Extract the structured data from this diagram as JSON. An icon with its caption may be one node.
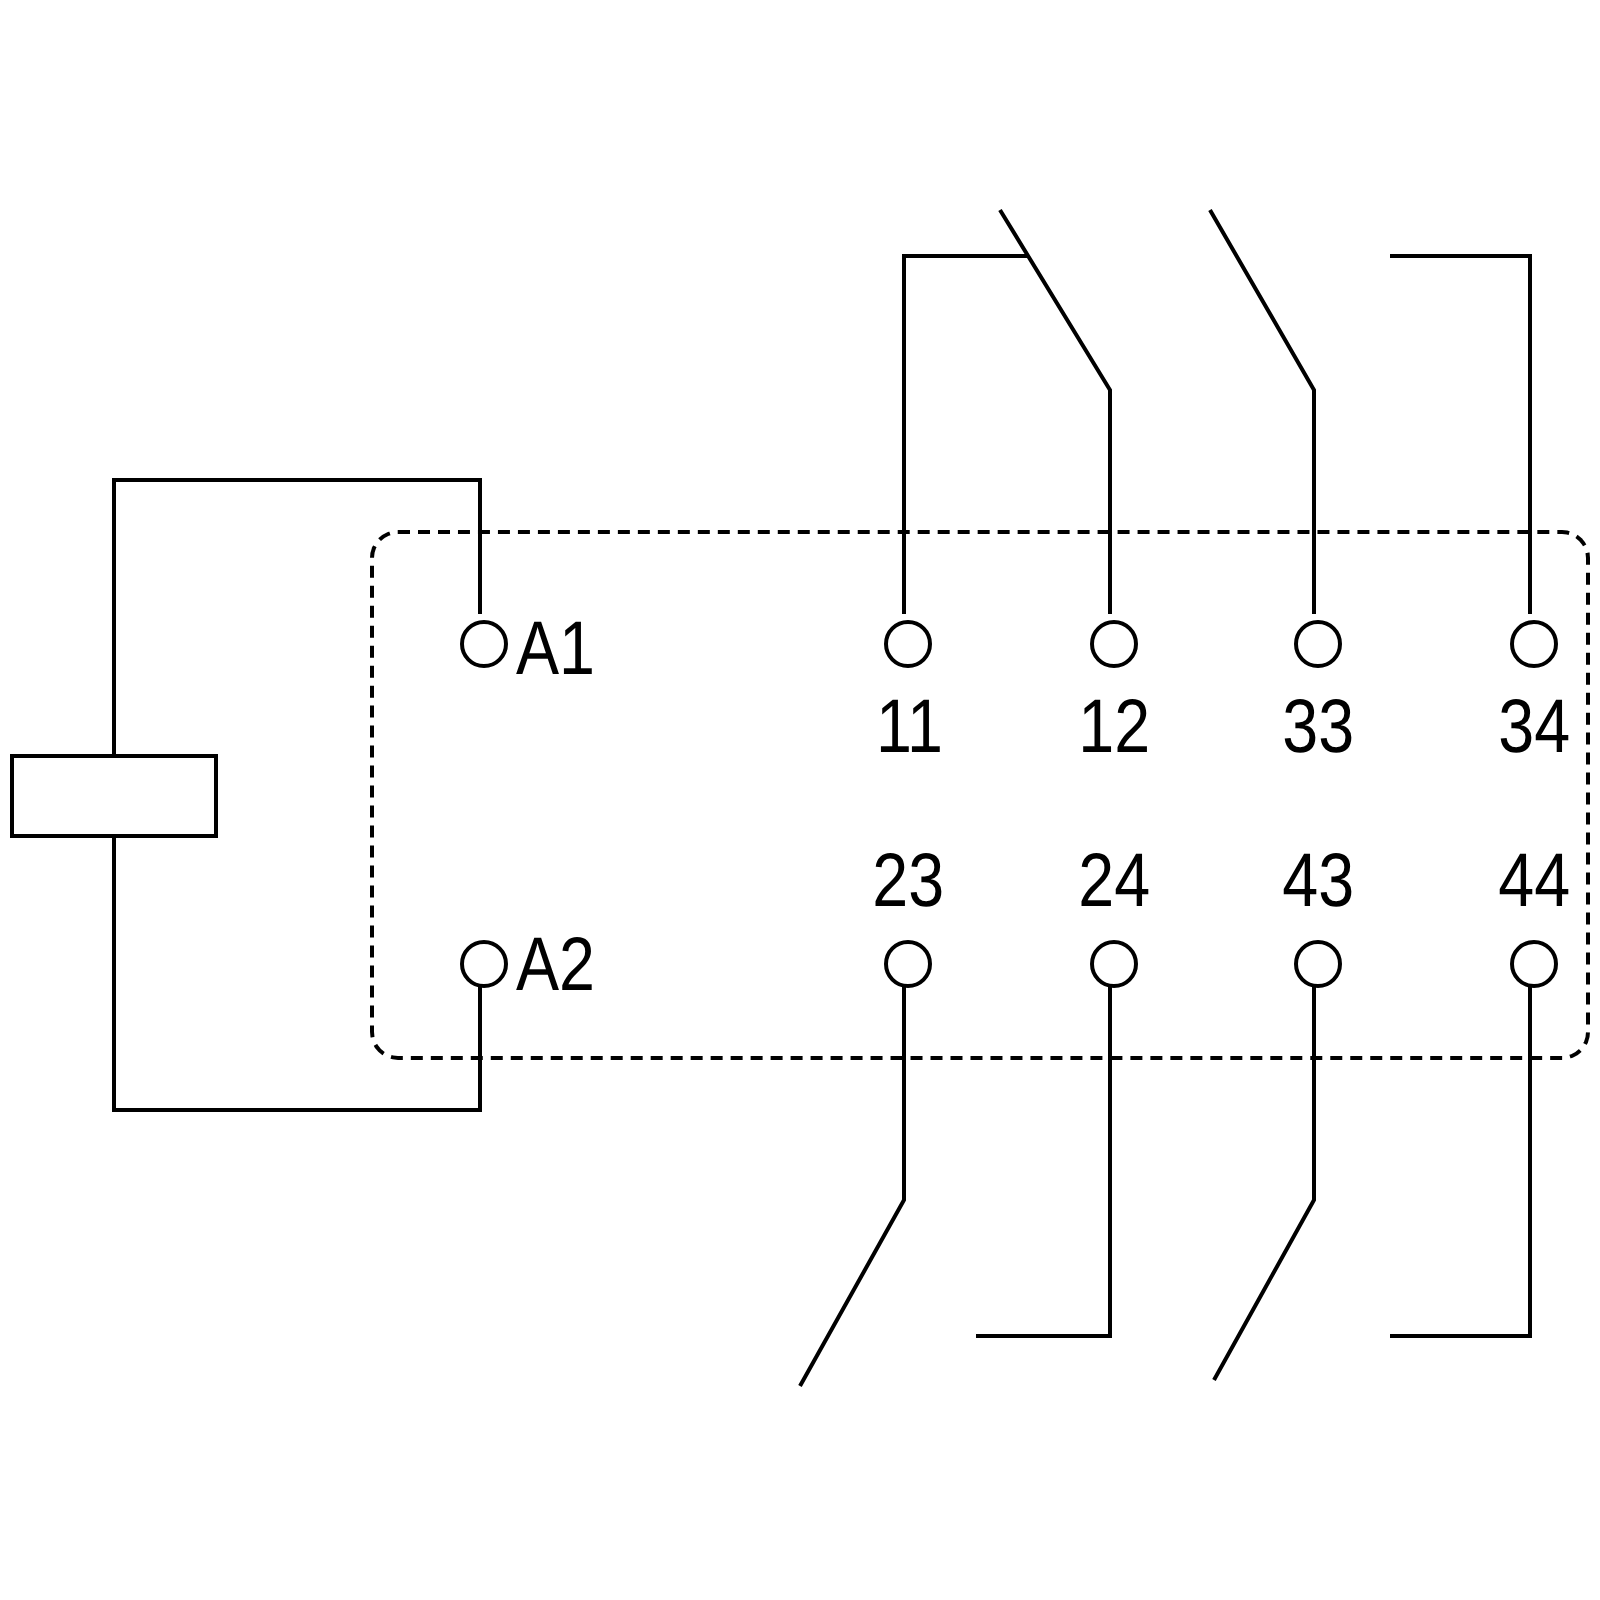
{
  "diagram": {
    "nodes": [
      {
        "text": [],
        "shape": "box"
      },
      {
        "text": [],
        "shape": "box"
      },
      {
        "text": [],
        "shape": "circle",
        "in": 0,
        "beside": [
          "A1"
        ]
      },
      {
        "text": [],
        "shape": "circle",
        "in": 0,
        "beside": [
          "11"
        ]
      },
      {
        "text": [],
        "shape": "circle",
        "in": 0,
        "beside": [
          "12"
        ]
      },
      {
        "text": [],
        "shape": "circle",
        "in": 0,
        "beside": [
          "33"
        ]
      },
      {
        "text": [],
        "shape": "circle",
        "in": 0,
        "beside": [
          "34"
        ]
      },
      {
        "text": [],
        "shape": "circle",
        "in": 0,
        "beside": [
          "A2"
        ]
      },
      {
        "text": [],
        "shape": "circle",
        "in": 0,
        "beside": [
          "23"
        ]
      },
      {
        "text": [],
        "shape": "circle",
        "in": 0,
        "beside": [
          "24"
        ]
      },
      {
        "text": [],
        "shape": "circle",
        "in": 0,
        "beside": [
          "43"
        ]
      },
      {
        "text": [],
        "shape": "circle",
        "in": 0,
        "beside": [
          "44"
        ]
      }
    ],
    "edges": [
      {
        "from": 2,
        "to": 1,
        "arrow": "none"
      },
      {
        "from": 1,
        "to": 7,
        "arrow": "none"
      },
      {
        "from": 3,
        "to": 4,
        "arrow": "none"
      },
      {
        "from": 5,
        "to": null,
        "arrow": "none"
      },
      {
        "from": 6,
        "to": null,
        "arrow": "none"
      },
      {
        "from": 8,
        "to": null,
        "arrow": "none"
      },
      {
        "from": 9,
        "to": null,
        "arrow": "none"
      },
      {
        "from": 10,
        "to": null,
        "arrow": "none"
      },
      {
        "from": 11,
        "to": null,
        "arrow": "none"
      }
    ]
  }
}
